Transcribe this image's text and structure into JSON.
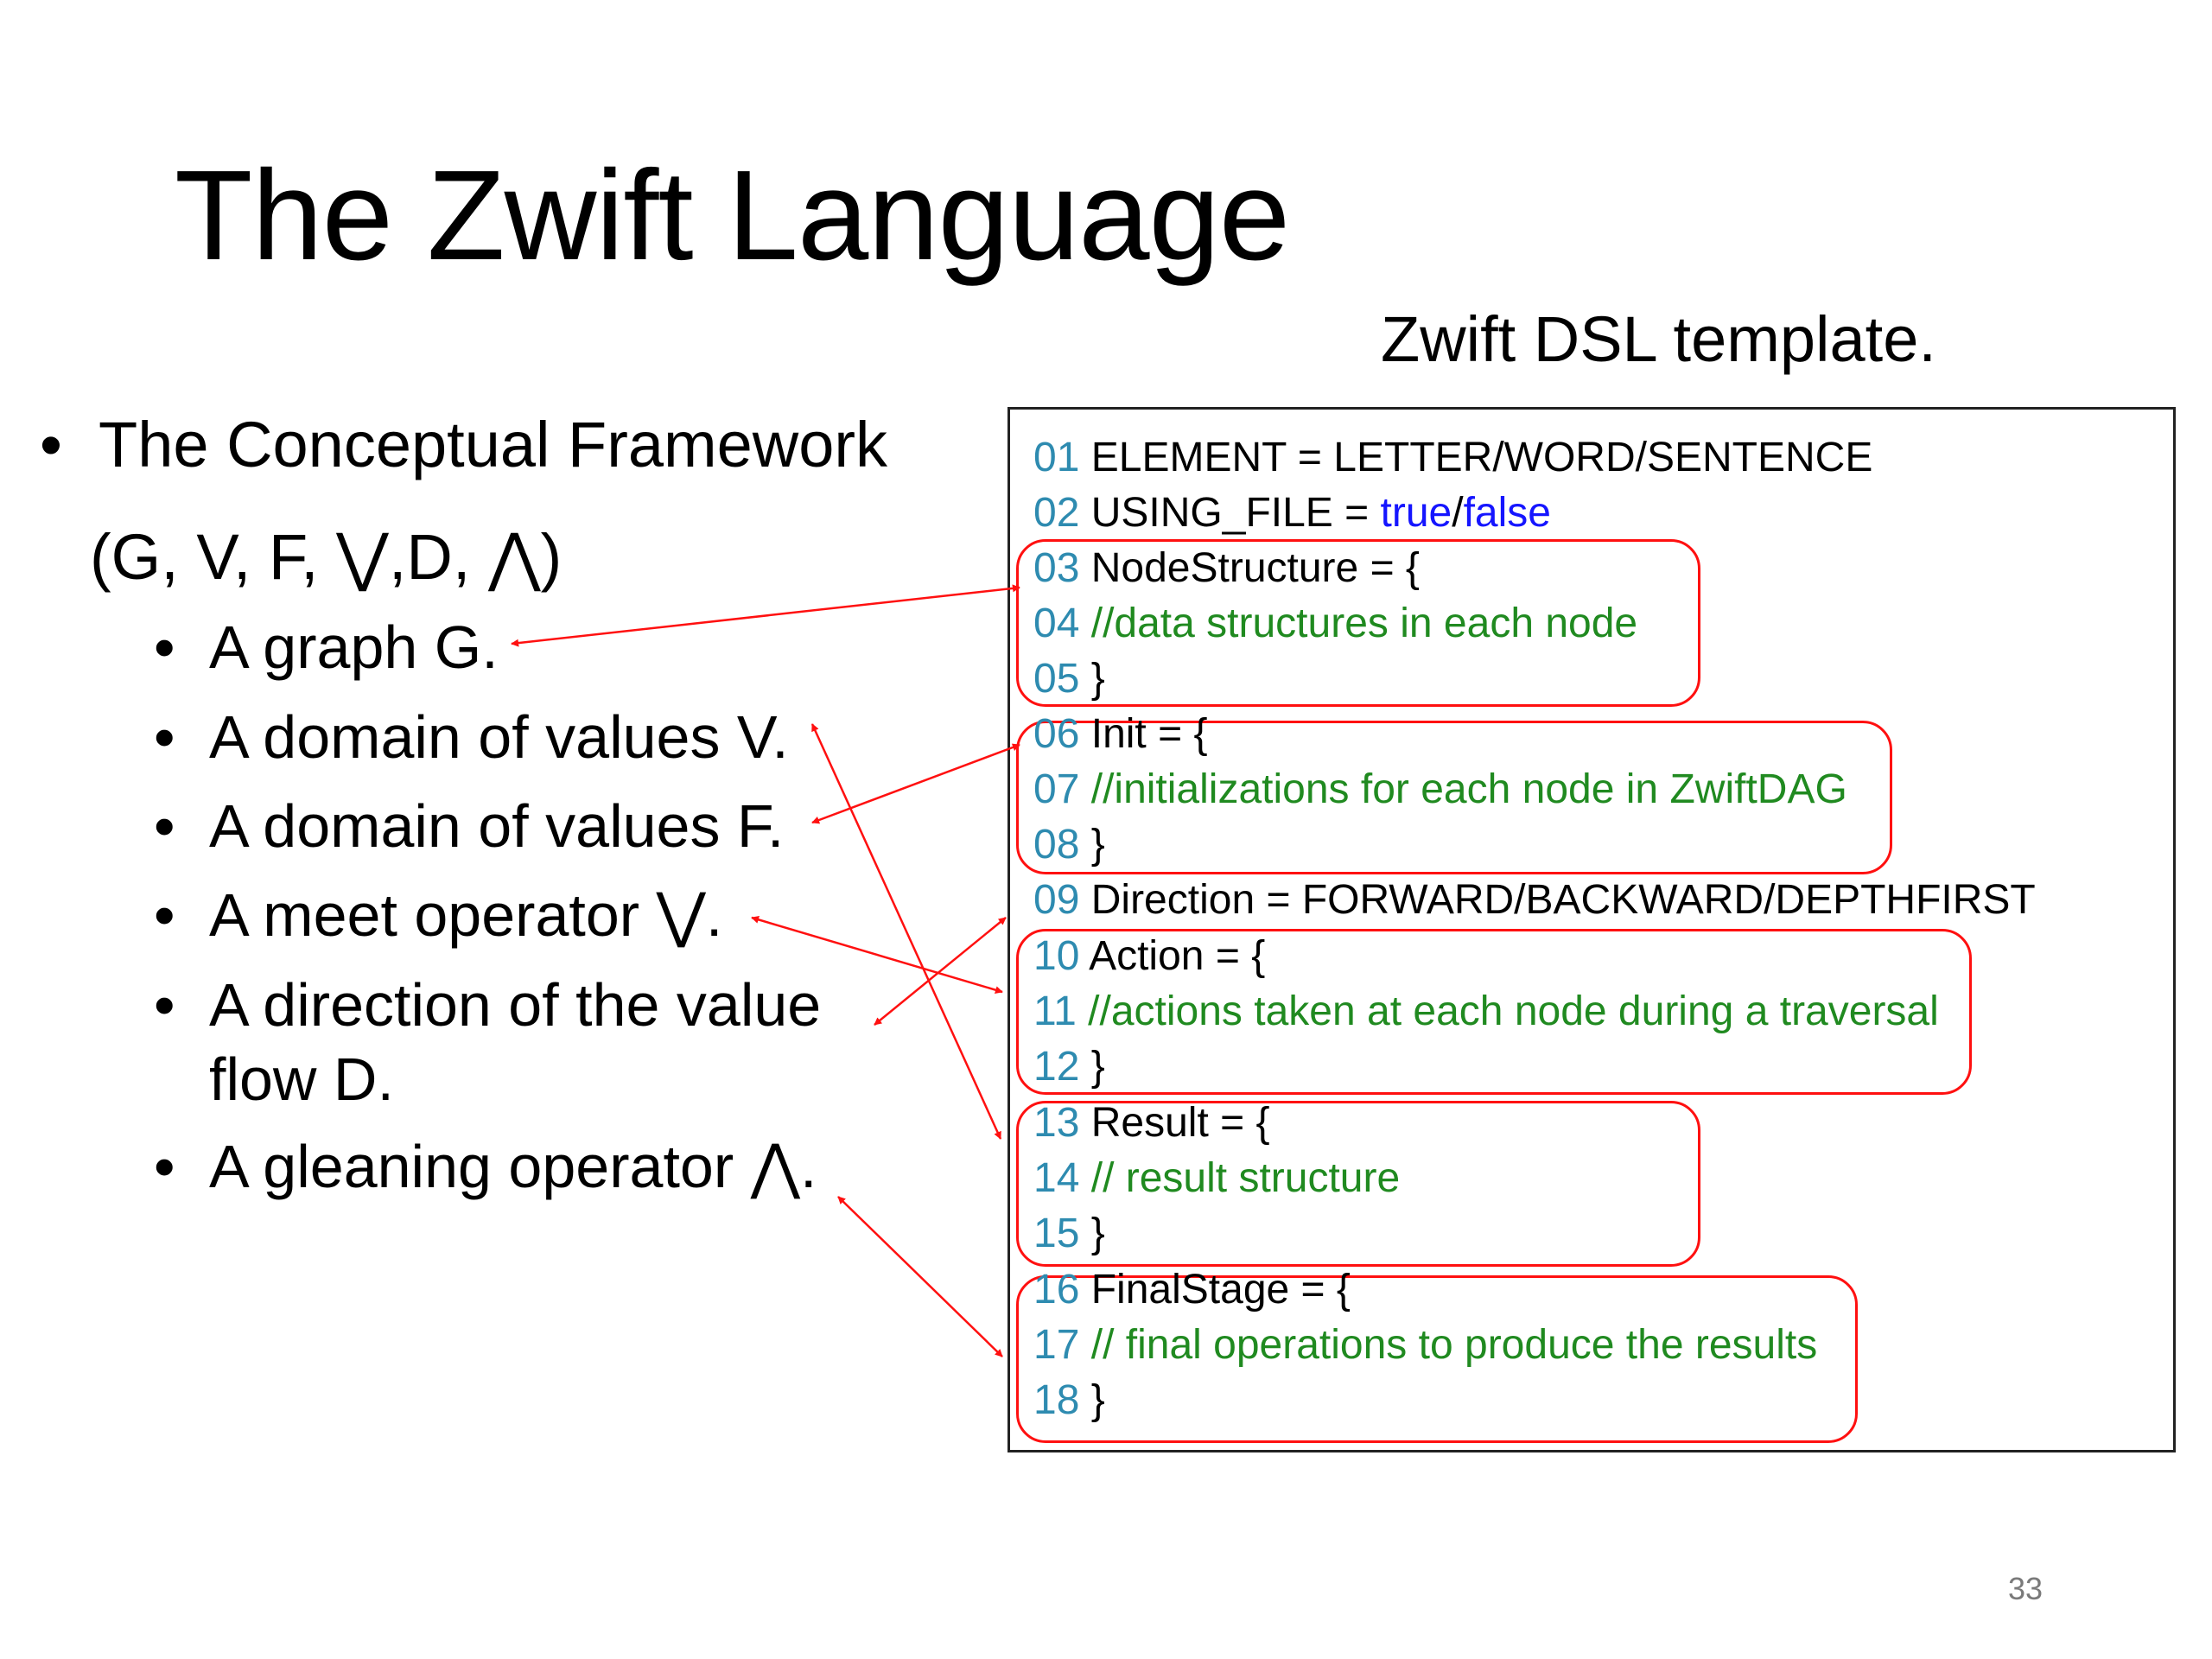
{
  "slide": {
    "title": "The Zwift Language",
    "subtitle": "Zwift DSL template.",
    "page_number": "33"
  },
  "bullets": {
    "framework": "The Conceptual Framework",
    "tuple": "(G, V, F, ⋁,D, ⋀)",
    "items": [
      "A graph G.",
      "A domain of values V.",
      "A domain of values F.",
      "A meet operator ⋁.",
      "A direction of the value",
      "A gleaning operator ⋀."
    ],
    "item_continuation": "flow D."
  },
  "code": {
    "lines": [
      {
        "num": "01",
        "text": "ELEMENT = LETTER/WORD/SENTENCE"
      },
      {
        "num": "02",
        "pre": "USING_FILE = ",
        "kw1": "true",
        "sep": "/",
        "kw2": "false"
      },
      {
        "num": "03",
        "text": "NodeStructure = {"
      },
      {
        "num": "04",
        "comment": "//data structures in each node"
      },
      {
        "num": "05",
        "text": "}"
      },
      {
        "num": "06",
        "text": "Init = {"
      },
      {
        "num": "07",
        "comment": "//initializations for each node in ZwiftDAG"
      },
      {
        "num": "08",
        "text": "}"
      },
      {
        "num": "09",
        "text": "Direction = FORWARD/BACKWARD/DEPTHFIRST"
      },
      {
        "num": "10",
        "text": "Action = {"
      },
      {
        "num": "11",
        "comment": "//actions taken at each node during a traversal"
      },
      {
        "num": "12",
        "text": "}"
      },
      {
        "num": "13",
        "text": "Result = {"
      },
      {
        "num": "14",
        "comment": "// result structure"
      },
      {
        "num": "15",
        "text": "}"
      },
      {
        "num": "16",
        "text": "FinalStage = {"
      },
      {
        "num": "17",
        "comment": "// final operations to produce the results"
      },
      {
        "num": "18",
        "text": "}"
      }
    ]
  },
  "colors": {
    "line_number": "#2e8bb0",
    "keyword": "#1515ff",
    "comment": "#208a20",
    "annotation": "#ff1010"
  }
}
